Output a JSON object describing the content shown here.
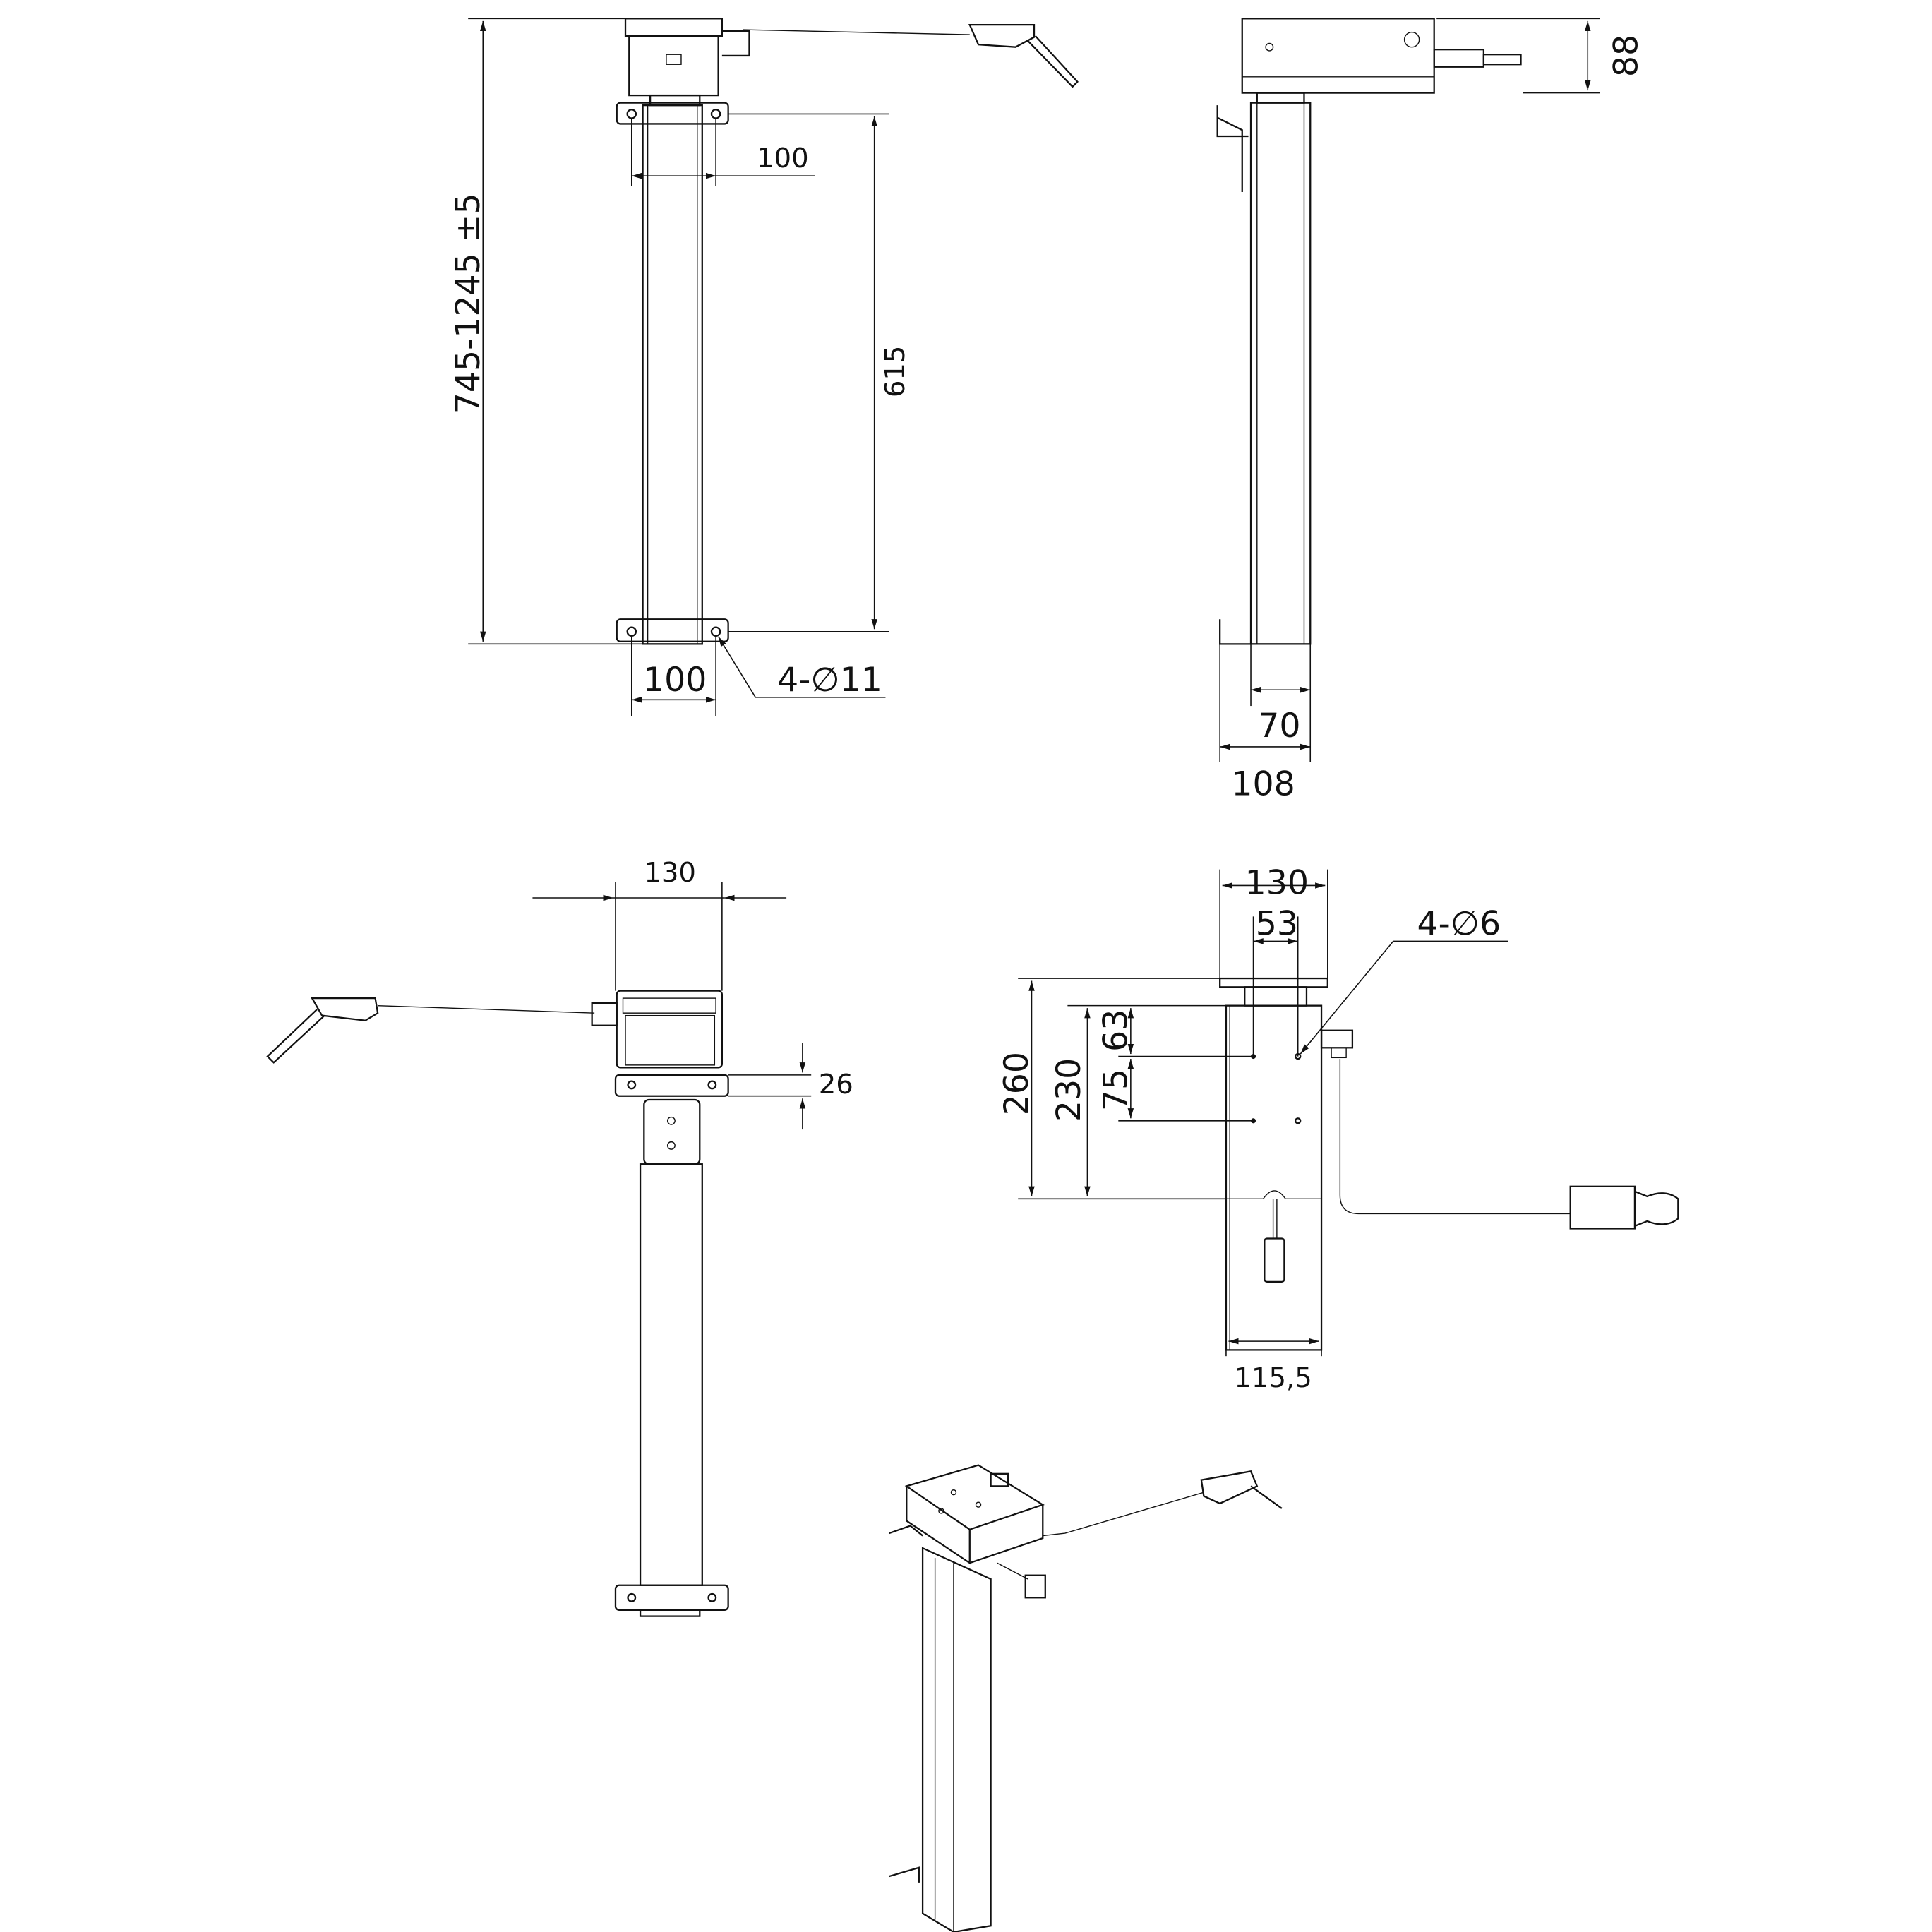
{
  "title": "Lifting column technical drawing",
  "front_view": {
    "overall_height": "745-1245 ±5",
    "flange_hole_spacing_top": "100",
    "flange_hole_spacing_bottom": "100",
    "flange_hole_distance": "615",
    "holes": "4-∅11"
  },
  "side_view": {
    "head_height": "88",
    "column_depth": "70",
    "bracket_depth": "108"
  },
  "rear_view": {
    "head_width": "130",
    "flange_thickness": "26"
  },
  "top_mount_view": {
    "plate_width": "130",
    "hole_spacing_x": "53",
    "holes": "4-∅6",
    "total_height": "260",
    "body_height": "230",
    "hole_offset_top": "63",
    "hole_spacing_y": "75",
    "body_width": "115,5"
  },
  "colors": {
    "line": "#111111",
    "background": "#ffffff"
  }
}
